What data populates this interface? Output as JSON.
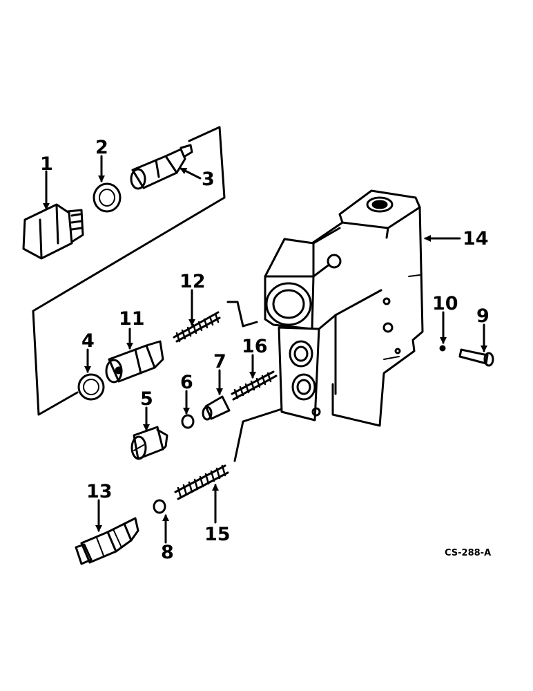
{
  "diagram": {
    "code": "CS-288-A",
    "callouts": [
      "1",
      "2",
      "3",
      "4",
      "5",
      "6",
      "7",
      "8",
      "9",
      "10",
      "11",
      "12",
      "13",
      "14",
      "15",
      "16"
    ]
  },
  "colors": {
    "ink": "#000000",
    "paper": "#ffffff"
  }
}
